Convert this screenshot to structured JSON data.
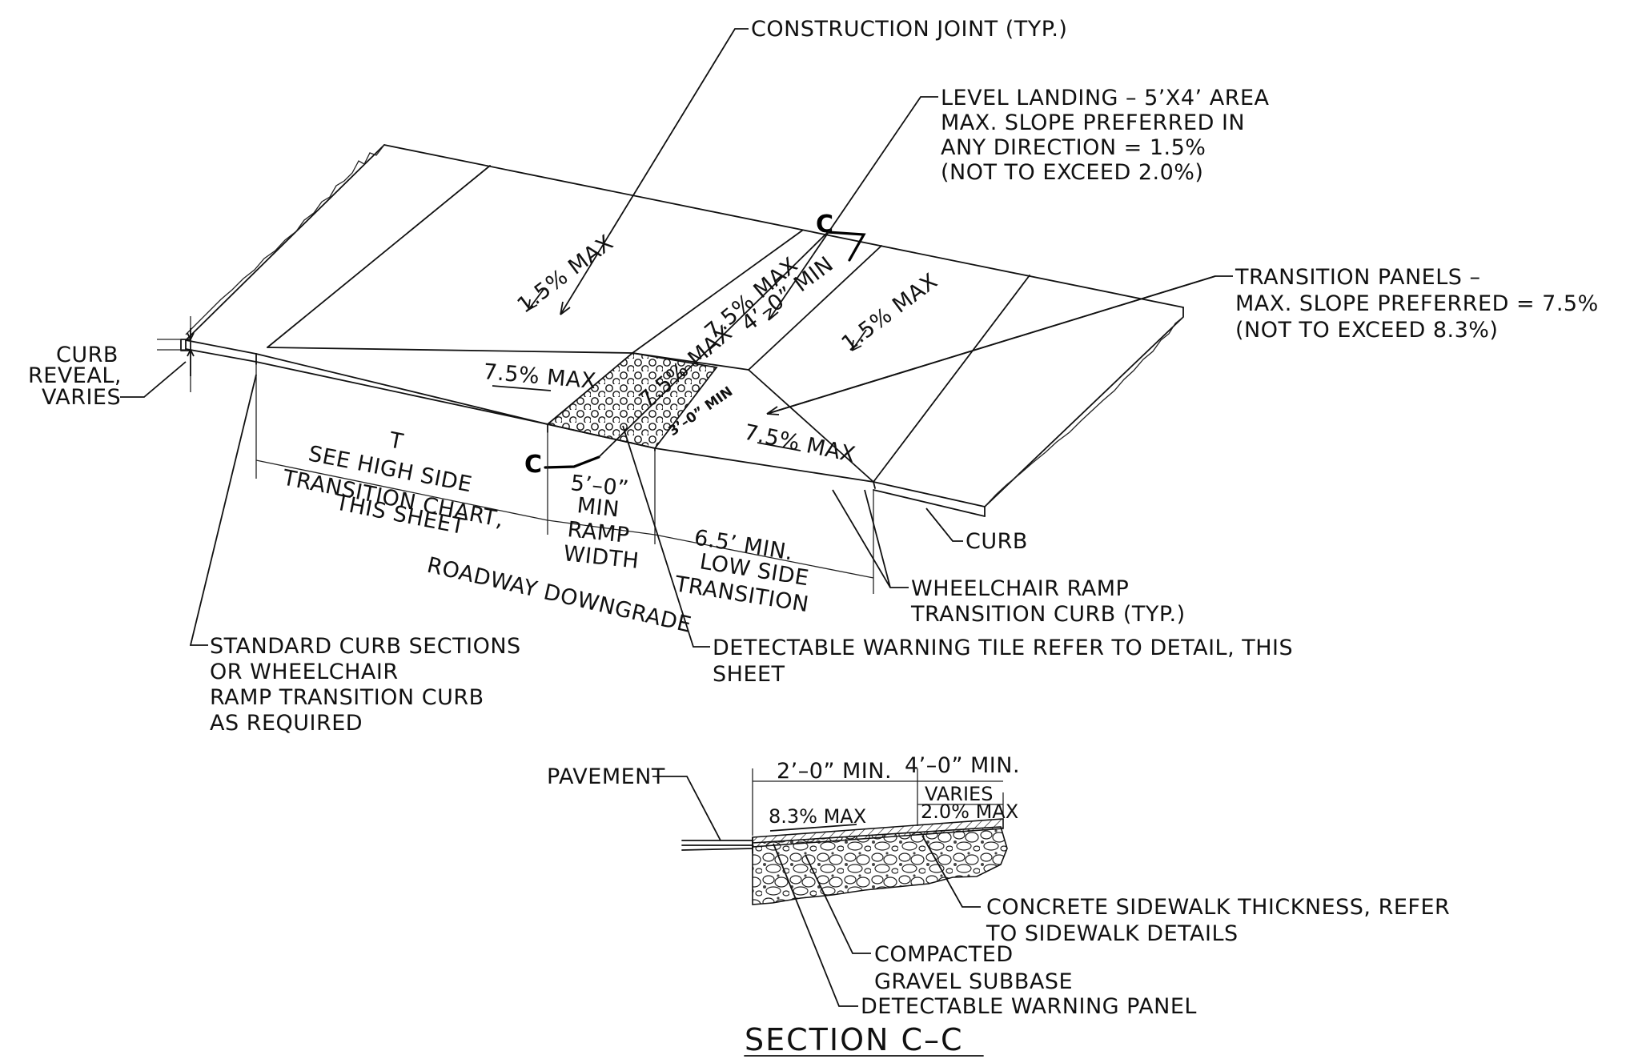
{
  "labels": {
    "construction_joint": "CONSTRUCTION JOINT (TYP.)",
    "level_landing": [
      "LEVEL LANDING – 5’X4’ AREA",
      "MAX. SLOPE PREFERRED IN",
      "ANY DIRECTION = 1.5%",
      "(NOT TO EXCEED 2.0%)"
    ],
    "transition_panels": [
      "TRANSITION PANELS –",
      "MAX. SLOPE PREFERRED = 7.5%",
      "(NOT TO EXCEED 8.3%)"
    ],
    "curb_reveal": [
      "CURB",
      "REVEAL,",
      "VARIES"
    ],
    "curb": "CURB",
    "wheelchair_transition_curb": [
      "WHEELCHAIR RAMP",
      "TRANSITION CURB (TYP.)"
    ],
    "detectable_tile": [
      "DETECTABLE WARNING TILE REFER TO DETAIL, THIS",
      "SHEET"
    ],
    "standard_curb": [
      "STANDARD CURB SECTIONS",
      "OR WHEELCHAIR",
      "RAMP TRANSITION CURB",
      "AS REQUIRED"
    ],
    "high_side": [
      "T",
      "SEE HIGH SIDE",
      "TRANSITION CHART,",
      "THIS SHEET"
    ],
    "ramp_width": [
      "5’–0”",
      "MIN",
      "RAMP",
      "WIDTH"
    ],
    "low_side": [
      "6.5’ MIN.",
      "LOW SIDE",
      "TRANSITION"
    ],
    "roadway_downgrade": "ROADWAY DOWNGRADE",
    "section_mark": "C"
  },
  "slopes": {
    "upper_left": "1.5% MAX",
    "upper_right": "1.5% MAX",
    "landing_min": "4’–0” MIN",
    "left_transition": "7.5% MAX",
    "ramp_center": "7.5% MAX",
    "ramp_upper": "7.5% MAX",
    "right_transition": "7.5% MAX",
    "tile_min": "3’–0” MIN"
  },
  "section": {
    "title": "SECTION C–C",
    "pavement": "PAVEMENT",
    "dim_left": "2’–0” MIN.",
    "dim_right": "4’–0” MIN.",
    "varies": "VARIES",
    "slope_left": "8.3% MAX",
    "slope_right": "2.0% MAX",
    "concrete": [
      "CONCRETE SIDEWALK THICKNESS, REFER",
      "TO SIDEWALK DETAILS"
    ],
    "gravel": [
      "COMPACTED",
      "GRAVEL SUBBASE"
    ],
    "panel": "DETECTABLE WARNING PANEL"
  }
}
